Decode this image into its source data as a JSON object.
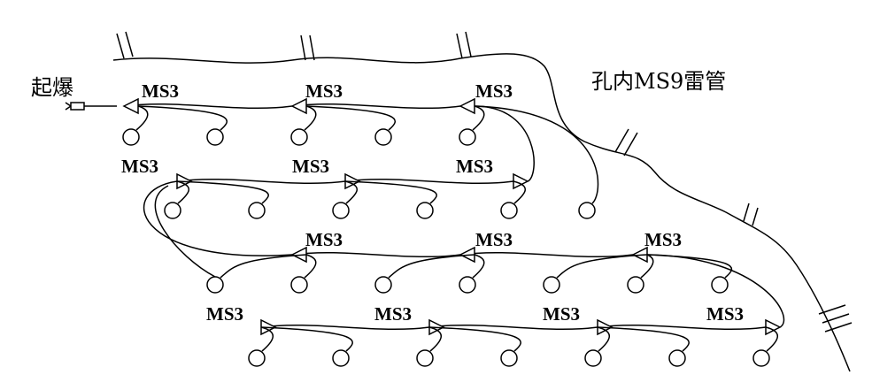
{
  "diagram": {
    "initiation_label": "起爆",
    "hole_detonator_label": "孔内MS9雷管",
    "rows": [
      {
        "direction": "left",
        "connectors": [
          "MS3",
          "MS3",
          "MS3"
        ]
      },
      {
        "direction": "right",
        "connectors": [
          "MS3",
          "MS3",
          "MS3"
        ]
      },
      {
        "direction": "left",
        "connectors": [
          "MS3",
          "MS3",
          "MS3"
        ]
      },
      {
        "direction": "right",
        "connectors": [
          "MS3",
          "MS3",
          "MS3",
          "MS3"
        ]
      }
    ]
  }
}
